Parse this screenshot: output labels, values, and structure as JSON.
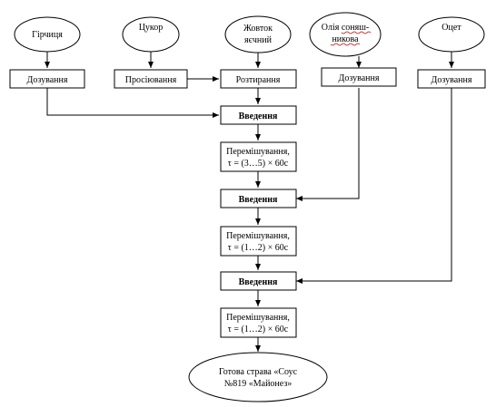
{
  "diagram": {
    "inputs": {
      "mustard": "Гірчиця",
      "sugar": "Цукор",
      "yolk_line1": "Жовток",
      "yolk_line2": "яєчний",
      "oil_line1": "Олія",
      "oil_line1b": "соняш-",
      "oil_line2": "никова",
      "vinegar": "Оцет"
    },
    "steps": {
      "dosing_mustard": "Дозування",
      "sifting": "Просіювання",
      "grinding": "Розтирання",
      "dosing_oil": "Дозування",
      "dosing_vinegar": "Дозування",
      "intro1": "Введення",
      "mix1_line1": "Перемішування,",
      "mix1_line2": "τ = (3…5) × 60с",
      "intro2": "Введення",
      "mix2_line1": "Перемішування,",
      "mix2_line2": "τ = (1…2) × 60с",
      "intro3": "Введення",
      "mix3_line1": "Перемішування,",
      "mix3_line2": "τ = (1…2) × 60с"
    },
    "output": {
      "line1": "Готова страва «Соус",
      "line2": "№819 «Майонез»"
    }
  }
}
